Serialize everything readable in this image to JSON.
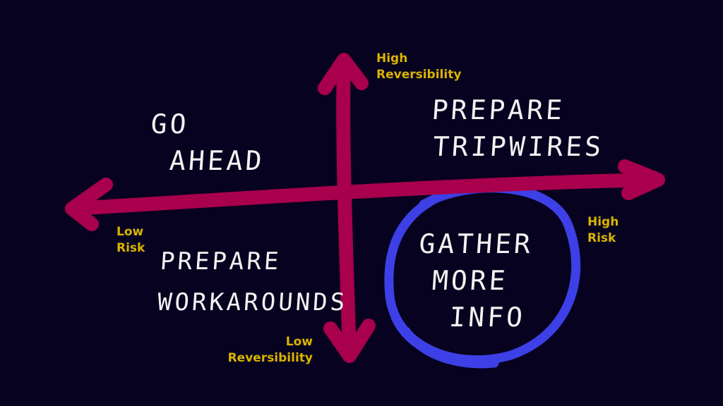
{
  "colors": {
    "background": "#07021f",
    "axes": "#a8004c",
    "labels": "#d9b400",
    "highlight": "#3d40e6",
    "handwriting": "#f2f2f2"
  },
  "axes": {
    "top": [
      "High",
      "Reversibility"
    ],
    "bottom": [
      "Low",
      "Reversibility"
    ],
    "left": [
      "Low",
      "Risk"
    ],
    "right": [
      "High",
      "Risk"
    ]
  },
  "quadrants": {
    "top_left": [
      "GO",
      "AHEAD"
    ],
    "top_right": [
      "PREPARE",
      "TRIPWIRES"
    ],
    "bottom_left": [
      "PREPARE",
      "WORKAROUNDS"
    ],
    "bottom_right": [
      "GATHER",
      "MORE",
      "INFO"
    ]
  }
}
